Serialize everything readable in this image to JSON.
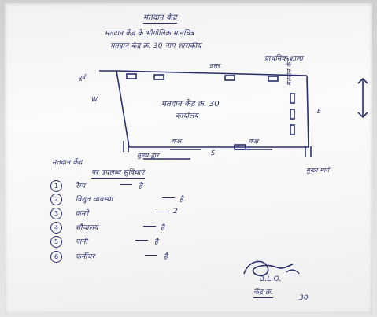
{
  "header": {
    "title": "मतदान केंद्र",
    "line1": "मतदान केंद्र के भौगोलिक मानचित्र",
    "line2": "मतदान केंद्र क्र. 30 नाम शासकीय",
    "office": "प्राथमिक शाला"
  },
  "map": {
    "north": "उत्तर",
    "east_side": "पूर्व",
    "west_letter": "W",
    "south_letter": "S",
    "east_letter": "E",
    "center_line1": "मतदान केंद्र क्र. 30",
    "center_line2": "कार्यालय",
    "bottom_left": "कक्ष",
    "bottom_right": "कक्ष",
    "gate": "मुख्य द्वार",
    "road": "मुख्य मार्ग",
    "side_label": "मतदान केंद्र"
  },
  "facilities": {
    "heading1": "मतदान केंद्र",
    "heading2": "पर उपलब्ध सुविधाएं",
    "items": [
      {
        "num": "1",
        "name": "रैम्प",
        "value": "है"
      },
      {
        "num": "2",
        "name": "विद्युत व्यवस्था",
        "value": "है"
      },
      {
        "num": "3",
        "name": "कमरे",
        "value": "2"
      },
      {
        "num": "4",
        "name": "शौचालय",
        "value": "है"
      },
      {
        "num": "5",
        "name": "पानी",
        "value": "है"
      },
      {
        "num": "6",
        "name": "फर्नीचर",
        "value": "है"
      }
    ]
  },
  "signature": {
    "line1": "B.L.O.",
    "line2": "केंद्र क्र.",
    "line3": "30"
  },
  "colors": {
    "ink": "#2a2f6a",
    "paper": "#f6f6f6"
  }
}
